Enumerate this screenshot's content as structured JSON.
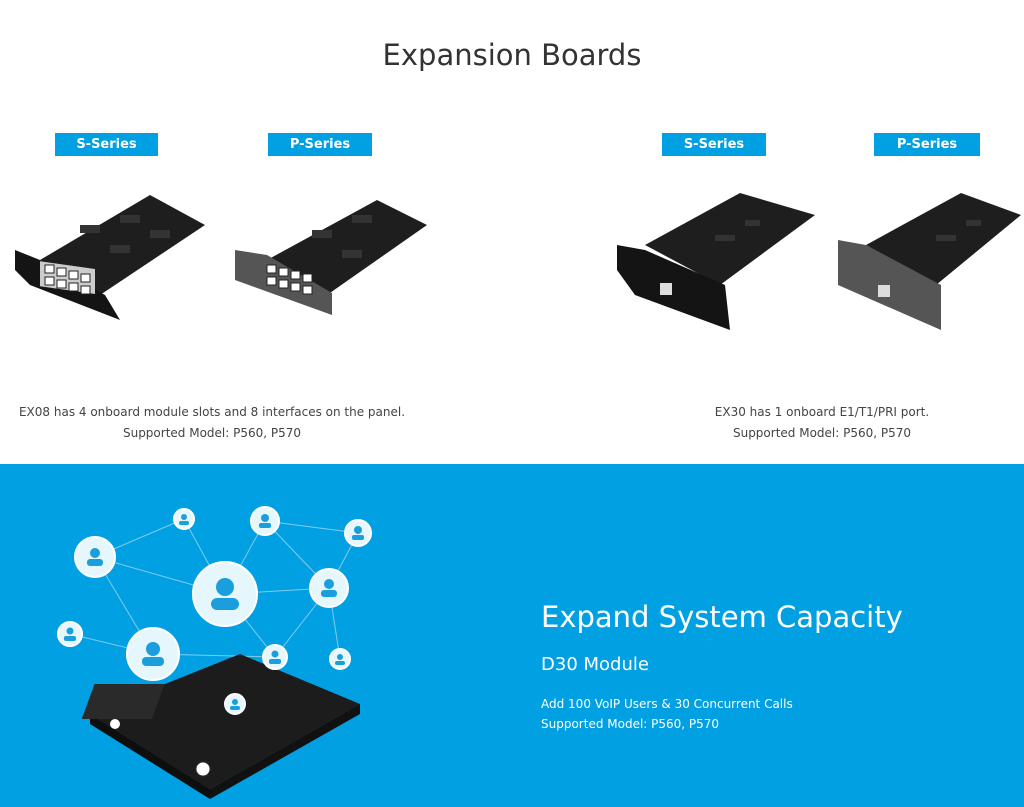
{
  "header": {
    "title": "Expansion Boards"
  },
  "boards": [
    {
      "label": "S-Series EX08"
    },
    {
      "label": "P-Series EX08"
    },
    {
      "label": "S-Series EX30"
    },
    {
      "label": "P-Series EX30"
    }
  ],
  "descriptions": {
    "ex08": {
      "line1": "EX08 has 4 onboard module slots and 8 interfaces on the panel.",
      "line2": "Supported Model: P560, P570"
    },
    "ex30": {
      "line1": "EX30 has 1 onboard E1/T1/PRI port.",
      "line2": "Supported Model: P560, P570"
    }
  },
  "capacity": {
    "title": "Expand System Capacity",
    "subtitle": "D30 Module",
    "line1": "Add 100 VoIP Users & 30 Concurrent Calls",
    "line2": "Supported Model: P560, P570"
  },
  "colors": {
    "accent": "#00a0e3"
  }
}
